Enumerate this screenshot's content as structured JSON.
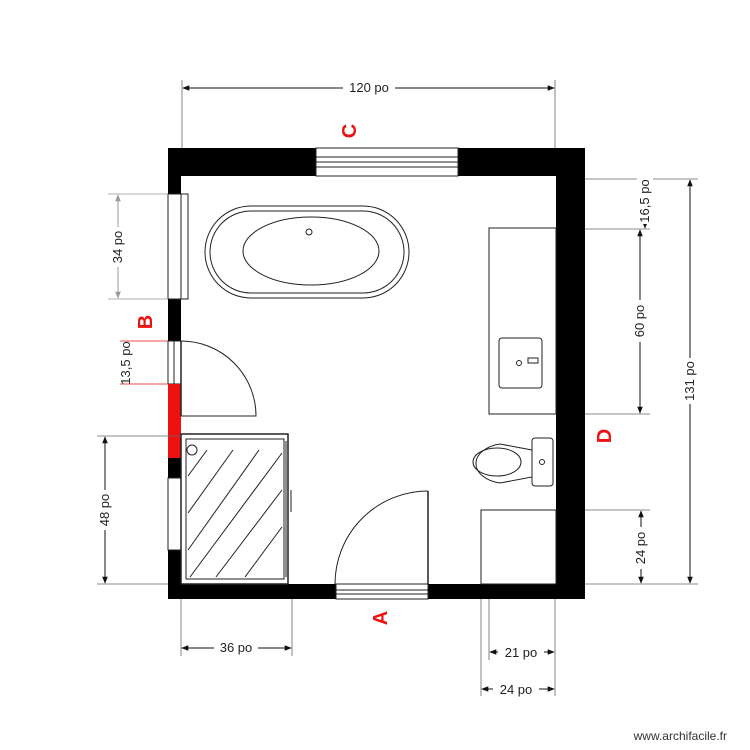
{
  "colors": {
    "wall": "#000000",
    "accent": "#ee1111",
    "window_fill": "#ffffff",
    "line": "#222222",
    "dim_gray": "#999999"
  },
  "dimensions": {
    "top_width": "120 po",
    "left_window": "34 po",
    "left_door": "13,5 po",
    "left_shower": "48 po",
    "bottom_shower": "36 po",
    "right_top": "16,5 po",
    "right_vanity": "60 po",
    "right_total": "131 po",
    "right_cabinet": "24 po",
    "bottom_small": "21 po",
    "bottom_large": "24 po"
  },
  "walls": {
    "a": "A",
    "b": "B",
    "c": "C",
    "d": "D"
  },
  "watermark": "www.archifacile.fr"
}
